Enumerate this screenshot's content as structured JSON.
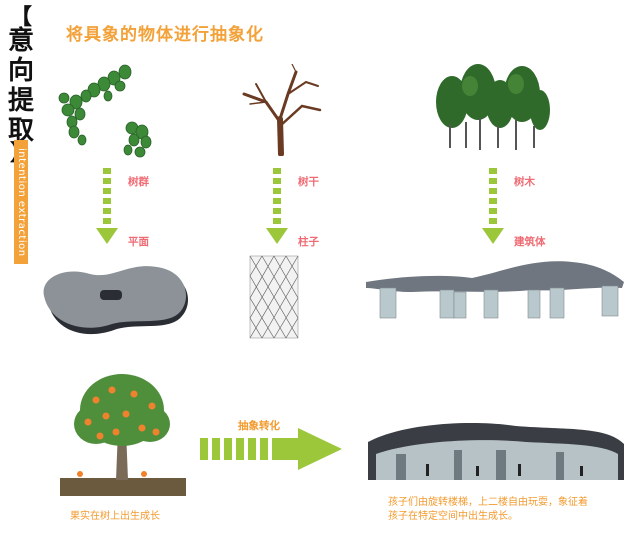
{
  "side_title": {
    "bracket_open": "【",
    "chars": [
      "意",
      "向",
      "提",
      "取"
    ],
    "bracket_close": "】",
    "band_text": "intention extraction"
  },
  "main_title": "将具象的物体进行抽象化",
  "columns": [
    {
      "top_label": "树群",
      "bottom_label": "平面"
    },
    {
      "top_label": "树干",
      "bottom_label": "柱子"
    },
    {
      "top_label": "树木",
      "bottom_label": "建筑体"
    }
  ],
  "abstraction_label": "抽象转化",
  "left_caption": "果实在树上出生成长",
  "right_caption_line1": "孩子们由旋转楼梯，上二楼自由玩耍，象征着",
  "right_caption_line2": "孩子在特定空间中出生成长。",
  "colors": {
    "title_orange": "#f3a23a",
    "label_pink": "#ef6c74",
    "arrow_green": "#9cc73a",
    "leaf_green": "#3c8a38",
    "trunk_brown": "#6a3a22"
  }
}
